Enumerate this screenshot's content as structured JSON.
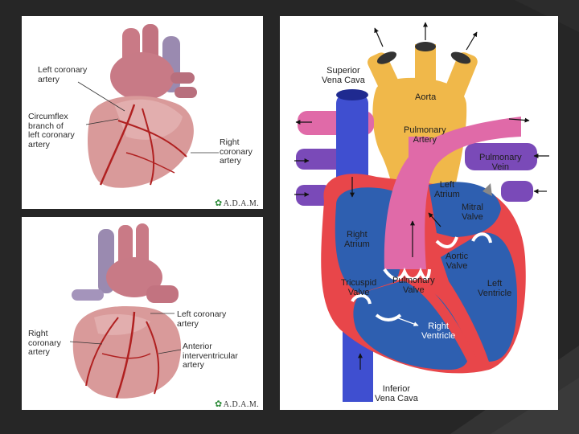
{
  "top_left_panel": {
    "labels": {
      "left_coronary": "Left coronary\nartery",
      "circumflex": "Circumflex\nbranch of\nleft coronary\nartery",
      "right_coronary": "Right\ncoronary\nartery"
    },
    "logo": "A.D.A.M."
  },
  "bottom_left_panel": {
    "labels": {
      "left_coronary": "Left coronary\nartery",
      "right_coronary": "Right\ncoronary\nartery",
      "anterior_interventricular": "Anterior\ninterventricular\nartery"
    },
    "logo": "A.D.A.M."
  },
  "heart_diagram": {
    "labels": {
      "superior_vena_cava": "Superior\nVena Cava",
      "aorta": "Aorta",
      "pulmonary_artery": "Pulmonary\nArtery",
      "pulmonary_vein": "Pulmonary\nVein",
      "left_atrium": "Left\nAtrium",
      "mitral_valve": "Mitral\nValve",
      "right_atrium": "Right\nAtrium",
      "aortic_valve": "Aortic\nValve",
      "left_ventricle": "Left\nVentricle",
      "tricuspid_valve": "Tricuspid\nValve",
      "pulmonary_valve": "Pulmonary\nValve",
      "right_ventricle": "Right\nVentricle",
      "inferior_vena_cava": "Inferior\nVena Cava"
    },
    "colors": {
      "oxygenated": "#e8464a",
      "deoxygenated": "#2e5fb0",
      "aorta": "#f0b84a",
      "pulmonary_artery": "#e06aa8",
      "vena_cava": "#3f4fd0",
      "pulmonary_vein": "#7a4ab8"
    }
  }
}
